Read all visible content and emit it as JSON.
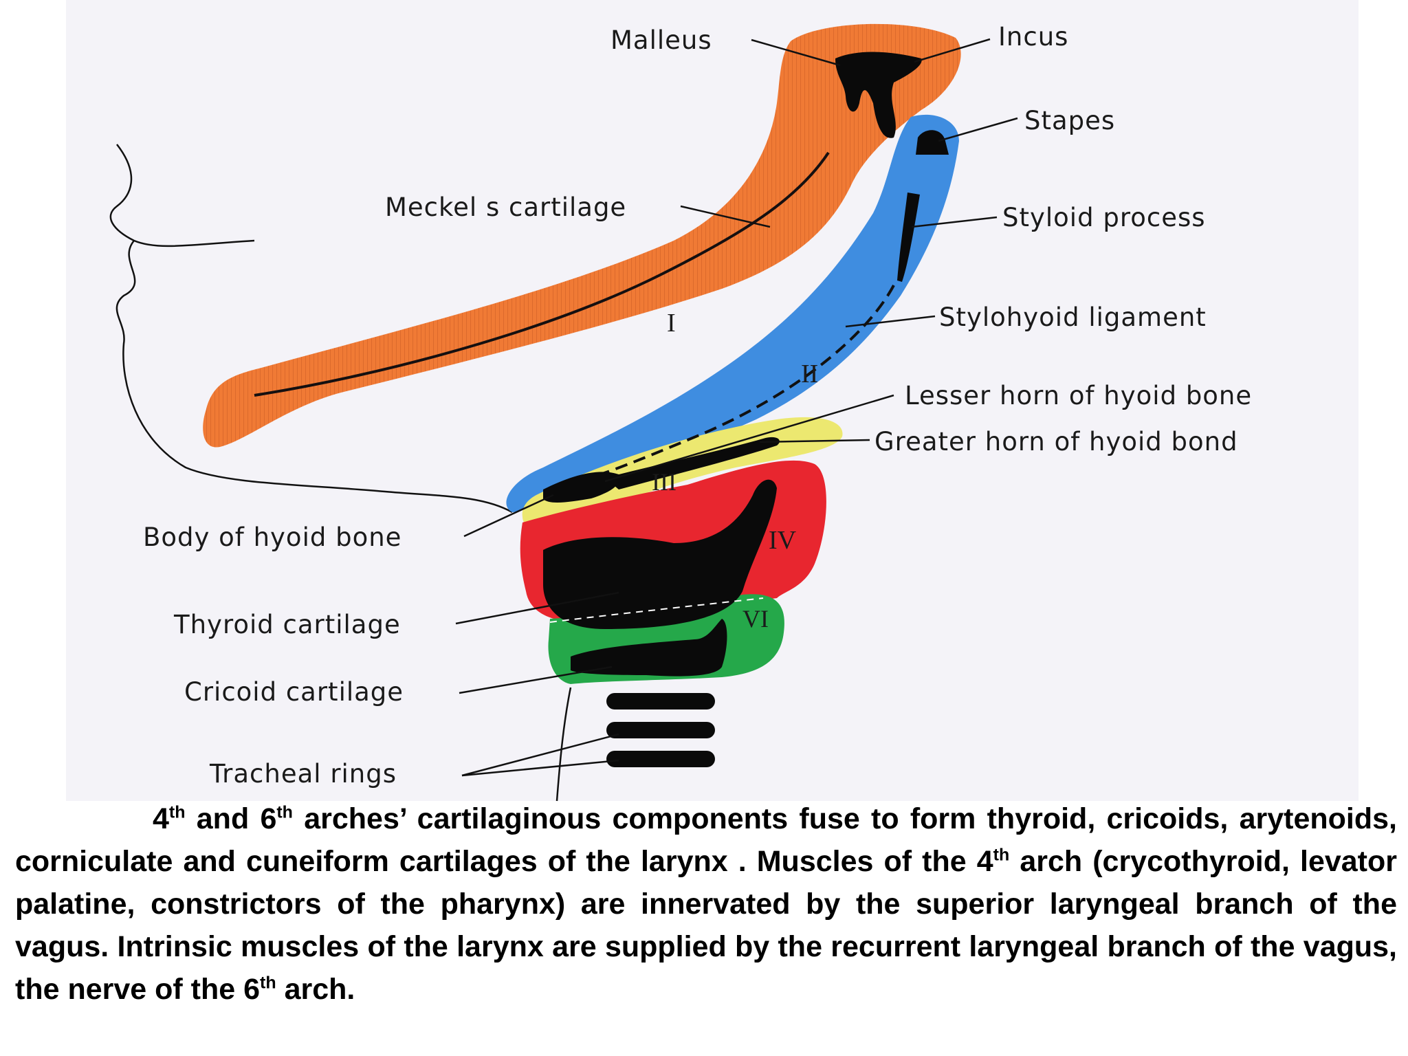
{
  "labels": {
    "malleus": "Malleus",
    "incus": "Incus",
    "stapes": "Stapes",
    "meckels": "Meckel s cartilage",
    "styloid": "Styloid process",
    "stylohyoid": "Stylohyoid ligament",
    "lesser_horn": "Lesser horn of hyoid bone",
    "greater_horn": "Greater horn of hyoid bond",
    "body_hyoid": "Body of hyoid bone",
    "thyroid": "Thyroid cartilage",
    "cricoid": "Cricoid cartilage",
    "tracheal": "Tracheal rings"
  },
  "arch_numerals": {
    "first": "I",
    "second": "II",
    "third": "III",
    "fourth": "IV",
    "sixth": "VI"
  },
  "colors": {
    "arch1": "#f07a35",
    "arch2": "#3f8de0",
    "arch3": "#ece870",
    "arch4": "#e8262f",
    "arch6": "#25a84a",
    "cartilage": "#0a0a0a",
    "background": "#f4f3f8"
  },
  "caption": {
    "p1_num": "4",
    "p1_sup": "th",
    "p1_and": " and 6",
    "p1_sup2": "th",
    "p1_rest": " arches’ cartilaginous components fuse to form thyroid, cricoids, arytenoids, corniculate and cuneiform cartilages of the larynx . Muscles of the 4",
    "p1_sup3": "th",
    "p1_rest2": " arch (crycothyroid, levator palatine, constrictors of the pharynx) are innervated by the superior laryngeal branch of the vagus.  Intrinsic muscles of the larynx are supplied by the recurrent laryngeal branch of the vagus, the nerve of the 6",
    "p1_sup4": "th",
    "p1_end": " arch."
  }
}
